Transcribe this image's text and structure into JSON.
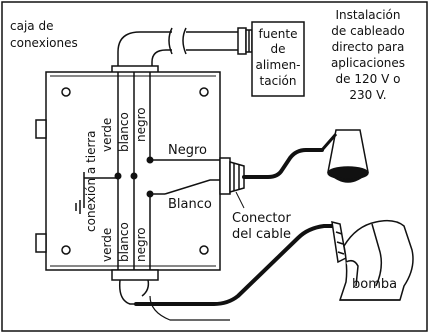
{
  "labels": {
    "junction_box_line1": "caja de",
    "junction_box_line2": "conexiones",
    "power_source_line1": "fuente",
    "power_source_line2": "de",
    "power_source_line3": "alimen-",
    "power_source_line4": "tación",
    "install_line1": "Instalación",
    "install_line2": "de cableado",
    "install_line3": "directo para",
    "install_line4": "aplicaciones",
    "install_line5": "de 120 V o",
    "install_line6": "230 V.",
    "ground_connection": "conexión a tierra",
    "wire_black_label": "Negro",
    "wire_white_label": "Blanco",
    "connector_line1": "Conector",
    "connector_line2": "del cable",
    "pump": "bomba"
  },
  "top_wires": [
    "verde",
    "blanco",
    "negro"
  ],
  "bottom_wires": [
    "verde",
    "blanco",
    "negro"
  ],
  "colors": {
    "line": "#111111",
    "background": "#ffffff"
  }
}
